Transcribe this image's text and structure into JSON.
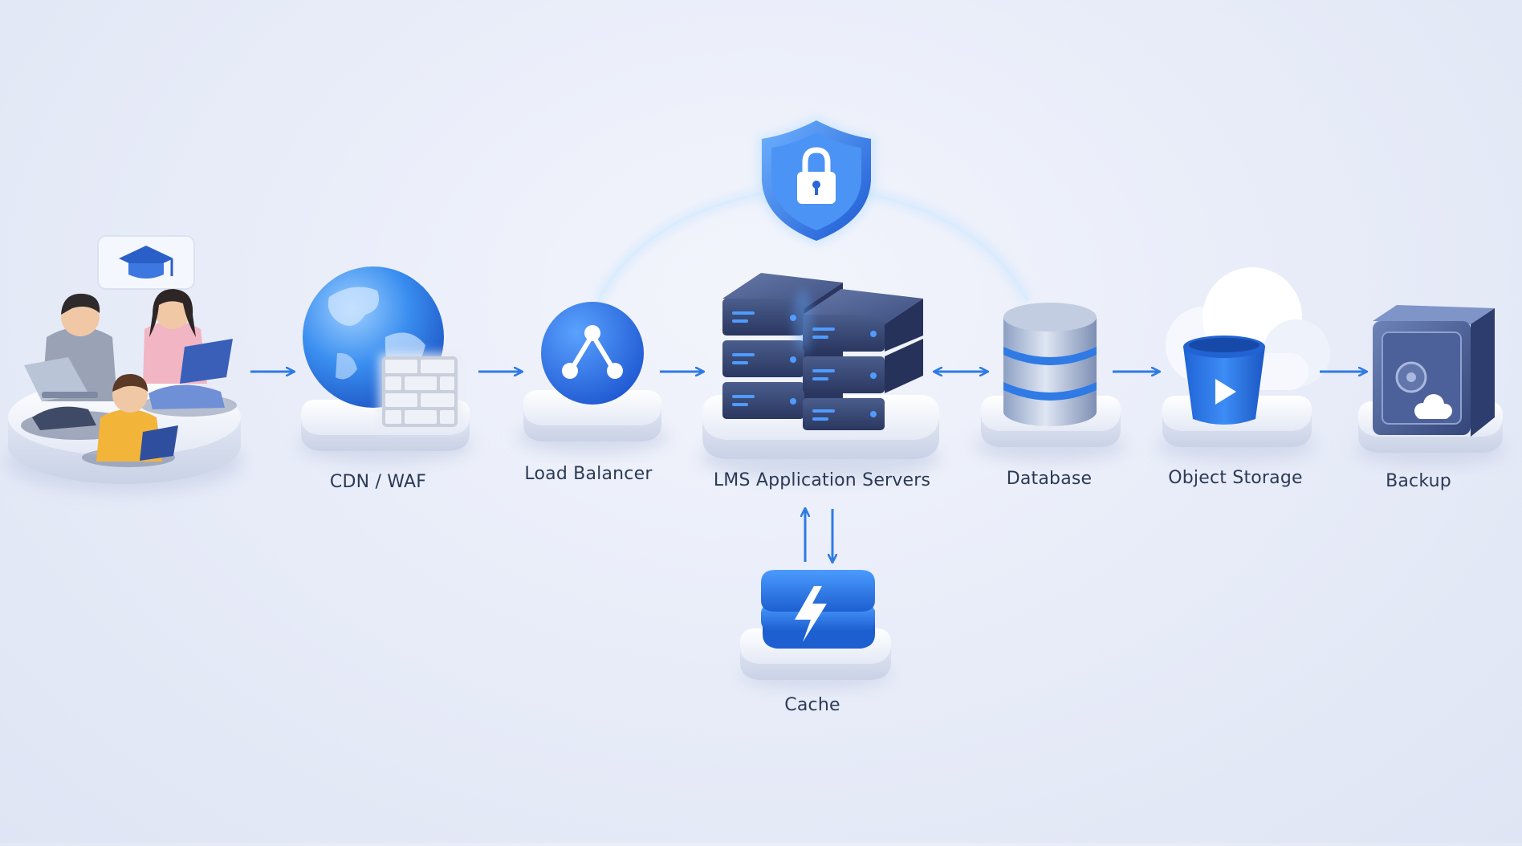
{
  "nodes": {
    "users": {
      "label": ""
    },
    "cdn_waf": {
      "label": "CDN / WAF"
    },
    "load_balancer": {
      "label": "Load Balancer"
    },
    "app_servers": {
      "label": "LMS Application Servers"
    },
    "database": {
      "label": "Database"
    },
    "object_storage": {
      "label": "Object Storage"
    },
    "backup": {
      "label": "Backup"
    },
    "cache": {
      "label": "Cache"
    },
    "security": {
      "label": ""
    }
  },
  "edges": [
    {
      "from": "users",
      "to": "cdn_waf",
      "direction": "forward"
    },
    {
      "from": "cdn_waf",
      "to": "load_balancer",
      "direction": "forward"
    },
    {
      "from": "load_balancer",
      "to": "app_servers",
      "direction": "forward"
    },
    {
      "from": "app_servers",
      "to": "database",
      "direction": "bidirectional"
    },
    {
      "from": "database",
      "to": "object_storage",
      "direction": "forward"
    },
    {
      "from": "object_storage",
      "to": "backup",
      "direction": "forward"
    },
    {
      "from": "app_servers",
      "to": "cache",
      "direction": "bidirectional"
    }
  ],
  "colors": {
    "accent": "#2f7ae5",
    "accent_dark": "#1d5fd0",
    "server": "#34456e",
    "label": "#2b3a55"
  }
}
